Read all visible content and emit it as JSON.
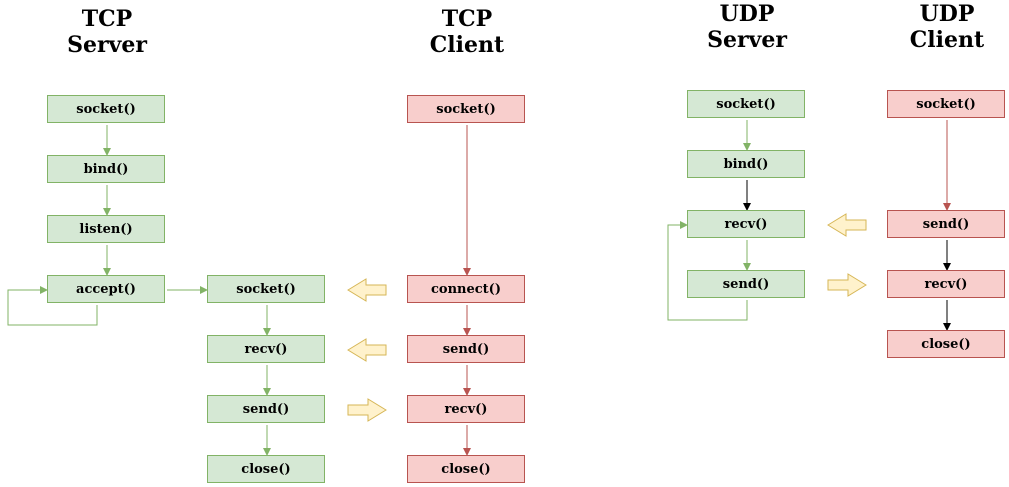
{
  "colors": {
    "server_fill": "#d5e8d4",
    "server_stroke": "#82b366",
    "client_fill": "#f8cecc",
    "client_stroke": "#b85450",
    "exchange_arrow_fill": "#fff2cc",
    "exchange_arrow_stroke": "#d6b656",
    "neutral_connector": "#000000"
  },
  "tcp": {
    "server_title": [
      "TCP",
      "Server"
    ],
    "client_title": [
      "TCP",
      "Client"
    ],
    "server": {
      "socket": "socket()",
      "bind": "bind()",
      "listen": "listen()",
      "accept": "accept()"
    },
    "worker": {
      "socket": "socket()",
      "recv": "recv()",
      "send": "send()",
      "close": "close()"
    },
    "client": {
      "socket": "socket()",
      "connect": "connect()",
      "send": "send()",
      "recv": "recv()",
      "close": "close()"
    }
  },
  "udp": {
    "server_title": [
      "UDP",
      "Server"
    ],
    "client_title": [
      "UDP",
      "Client"
    ],
    "server": {
      "socket": "socket()",
      "bind": "bind()",
      "recv": "recv()",
      "send": "send()"
    },
    "client": {
      "socket": "socket()",
      "send": "send()",
      "recv": "recv()",
      "close": "close()"
    }
  }
}
